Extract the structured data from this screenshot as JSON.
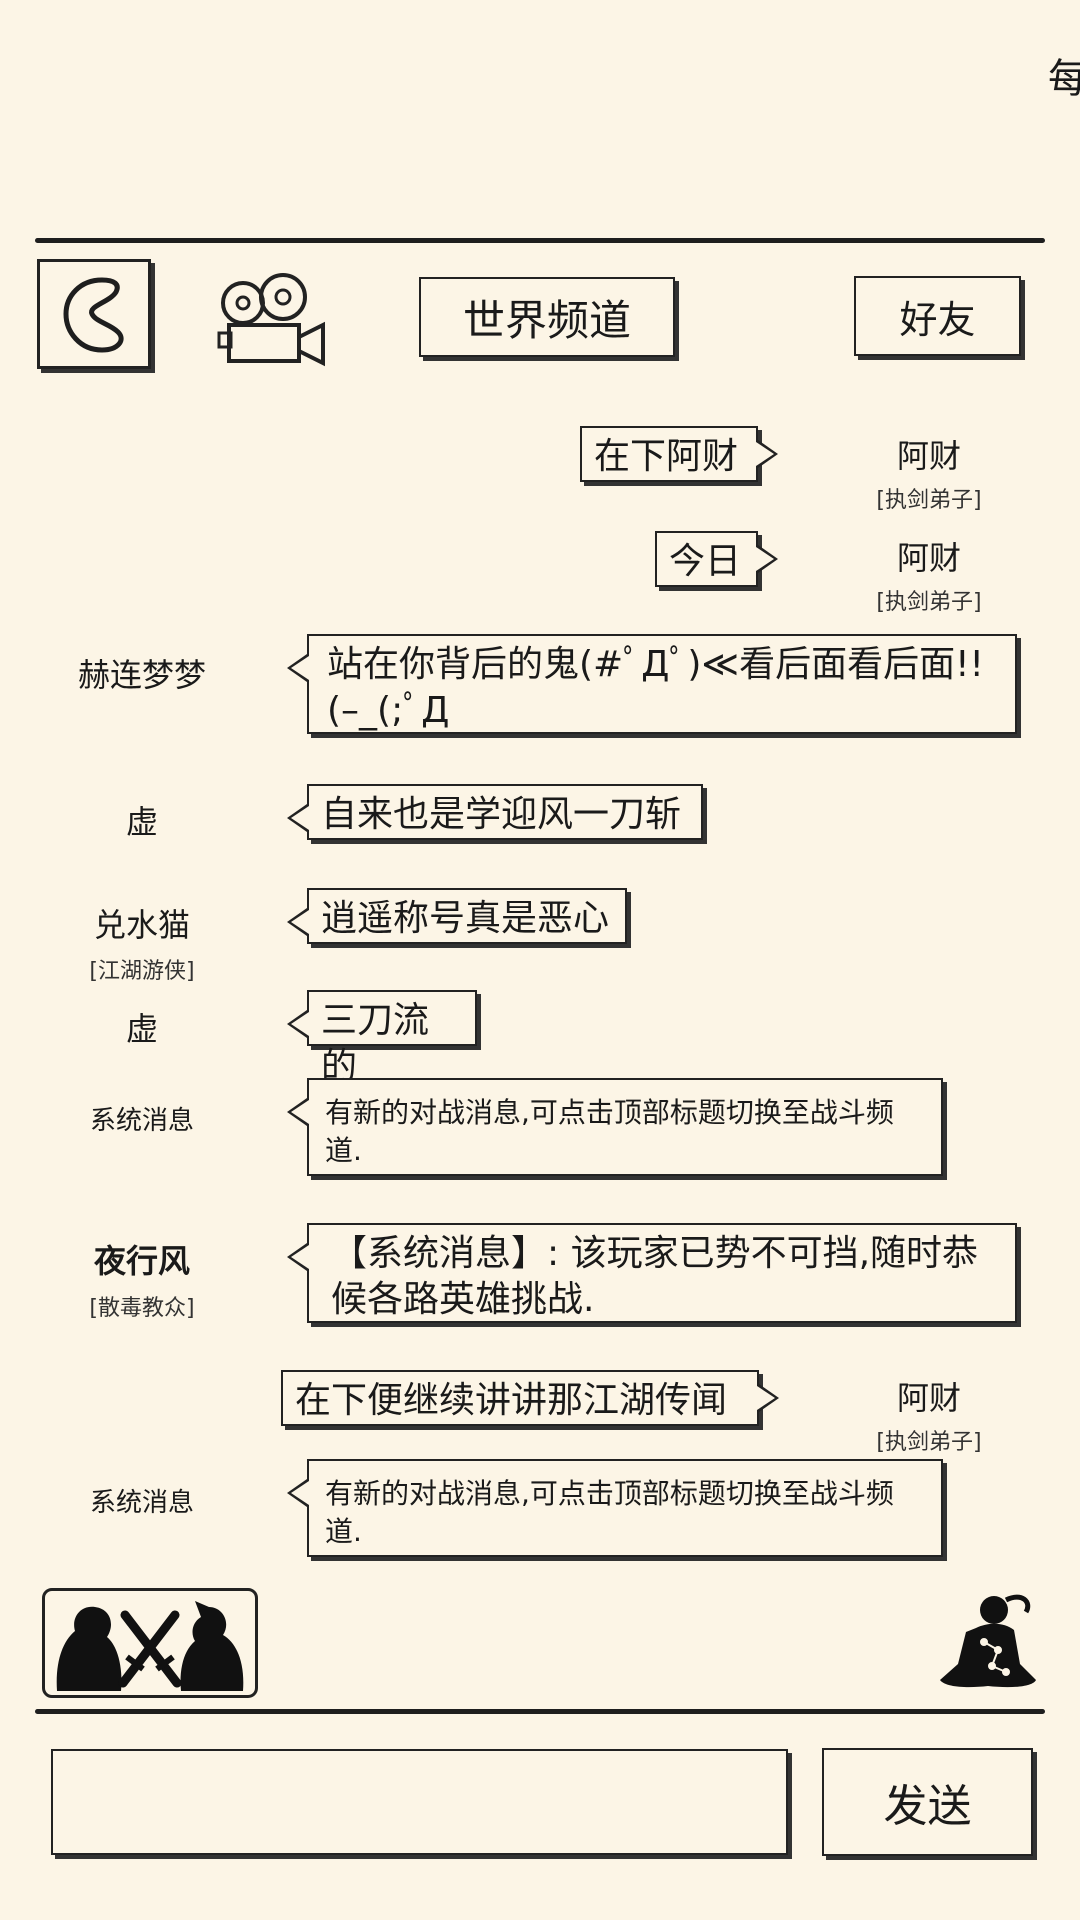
{
  "top_right_glyph": "每",
  "header": {
    "channel_title": "世界频道",
    "friends_label": "好友"
  },
  "messages": [
    {
      "side": "right",
      "name": "阿财",
      "title": "[执剑弟子]",
      "text": "在下阿财"
    },
    {
      "side": "right",
      "name": "阿财",
      "title": "[执剑弟子]",
      "text": "今日"
    },
    {
      "side": "left",
      "name": "赫连梦梦",
      "title": "",
      "text": "站在你背后的鬼(#ﾟДﾟ)≪看后面看后面!!(–_(;ﾟД"
    },
    {
      "side": "left",
      "name": "虚",
      "title": "",
      "text": "自来也是学迎风一刀斩"
    },
    {
      "side": "left",
      "name": "兑水猫",
      "title": "[江湖游侠]",
      "text": "逍遥称号真是恶心"
    },
    {
      "side": "left",
      "name": "虚",
      "title": "",
      "text": "三刀流的"
    },
    {
      "side": "left",
      "name": "系统消息",
      "title": "",
      "text": "有新的对战消息,可点击顶部标题切换至战斗频道."
    },
    {
      "side": "left",
      "name": "夜行风",
      "title": "[散毒教众]",
      "text": "【系统消息】: 该玩家已势不可挡,随时恭候各路英雄挑战."
    },
    {
      "side": "right",
      "name": "阿财",
      "title": "[执剑弟子]",
      "text": "在下便继续讲讲那江湖传闻"
    },
    {
      "side": "left",
      "name": "系统消息",
      "title": "",
      "text": "有新的对战消息,可点击顶部标题切换至战斗频道."
    }
  ],
  "footer": {
    "input_value": "",
    "send_label": "发送"
  }
}
